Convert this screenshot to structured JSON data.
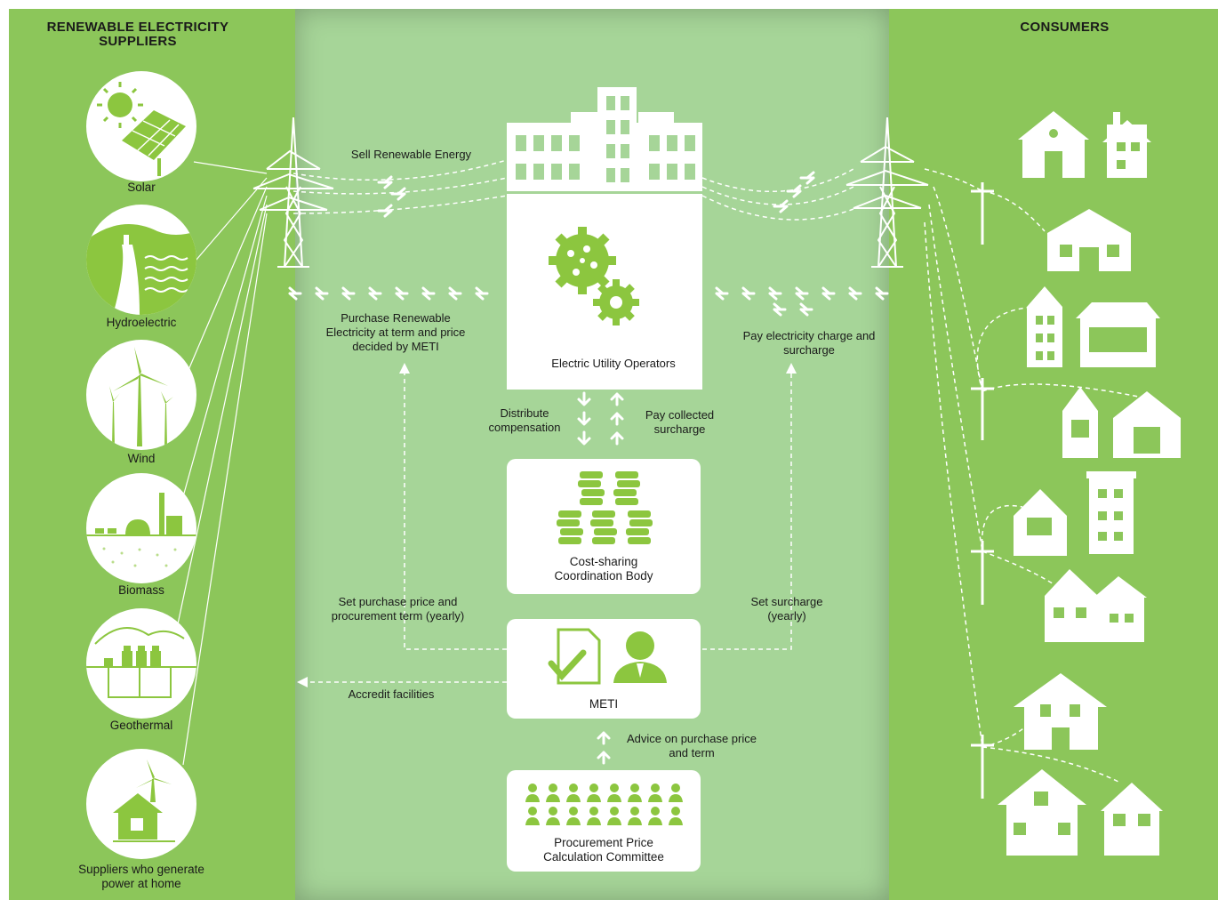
{
  "headings": {
    "suppliers": "RENEWABLE ELECTRICITY SUPPLIERS",
    "consumers": "CONSUMERS"
  },
  "sources": [
    {
      "label": "Solar",
      "icon": "solar-panel-icon"
    },
    {
      "label": "Hydroelectric",
      "icon": "dam-icon"
    },
    {
      "label": "Wind",
      "icon": "wind-turbine-icon"
    },
    {
      "label": "Biomass",
      "icon": "biomass-plant-icon"
    },
    {
      "label": "Geothermal",
      "icon": "geothermal-plant-icon"
    },
    {
      "label": "Suppliers who generate power at home",
      "icon": "home-turbine-icon"
    }
  ],
  "flows": {
    "sell": "Sell Renewable Energy",
    "purchase": "Purchase Renewable Electricity at term and price decided by METI",
    "pay_charge": "Pay electricity charge and surcharge",
    "distribute": "Distribute compensation",
    "pay_surcharge": "Pay collected surcharge",
    "set_price": "Set purchase price and procurement term (yearly)",
    "set_surcharge": "Set surcharge (yearly)",
    "accredit": "Accredit facilities",
    "advice": "Advice on purchase price and term"
  },
  "nodes": {
    "utility": "Electric Utility Operators",
    "cost_body": "Cost-sharing Coordination Body",
    "meti": "METI",
    "committee": "Procurement Price Calculation Committee"
  },
  "colors": {
    "panel_dark": "#8cc65a",
    "panel_light": "#a6d598",
    "icon_green": "#8cc63f",
    "white": "#ffffff"
  }
}
